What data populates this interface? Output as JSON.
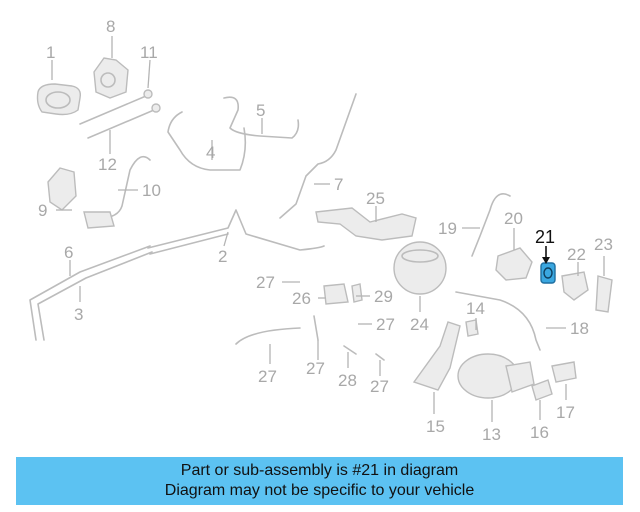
{
  "diagram": {
    "labels": [
      "1",
      "2",
      "3",
      "4",
      "5",
      "6",
      "7",
      "8",
      "9",
      "10",
      "11",
      "12",
      "13",
      "14",
      "15",
      "16",
      "17",
      "18",
      "19",
      "20",
      "21",
      "22",
      "23",
      "24",
      "25",
      "26",
      "27",
      "28",
      "29"
    ],
    "highlighted_part": "21",
    "highlight_color": "#3aa7e0",
    "tube_color": "#bcbcbc"
  },
  "banner": {
    "line1": "Part or sub-assembly is #21 in diagram",
    "line2": "Diagram may not be specific to your vehicle",
    "background": "#5cc2f2"
  }
}
